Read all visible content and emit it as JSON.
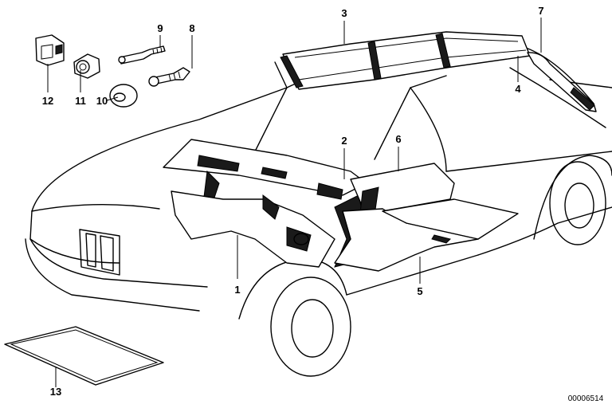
{
  "diagram": {
    "reference_number": "00006514",
    "callouts": [
      {
        "id": "1",
        "label": "1"
      },
      {
        "id": "2",
        "label": "2"
      },
      {
        "id": "3",
        "label": "3"
      },
      {
        "id": "4",
        "label": "4"
      },
      {
        "id": "5",
        "label": "5"
      },
      {
        "id": "6",
        "label": "6"
      },
      {
        "id": "7",
        "label": "7"
      },
      {
        "id": "8",
        "label": "8"
      },
      {
        "id": "9",
        "label": "9"
      },
      {
        "id": "10",
        "label": "10"
      },
      {
        "id": "11",
        "label": "11"
      },
      {
        "id": "12",
        "label": "12"
      },
      {
        "id": "13",
        "label": "13"
      }
    ]
  }
}
